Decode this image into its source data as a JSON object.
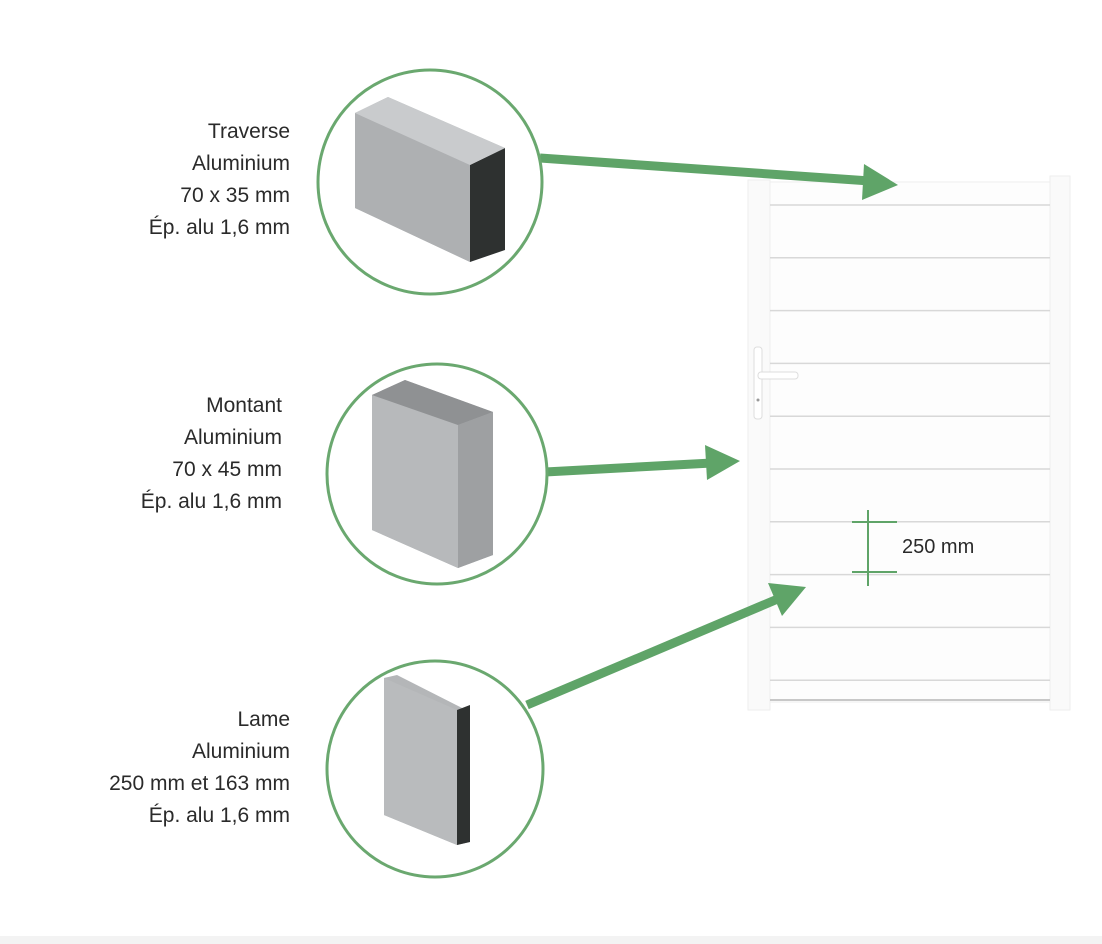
{
  "colors": {
    "accent": "#5fa468",
    "circle": "#6aa86f",
    "alu": "#b4b6b8",
    "frame": "#f7f7f7"
  },
  "components": [
    {
      "name": "Traverse",
      "material": "Aluminium",
      "size": "70 x 35 mm",
      "thickness": "Ép. alu 1,6 mm"
    },
    {
      "name": "Montant",
      "material": "Aluminium",
      "size": "70 x 45 mm",
      "thickness": "Ép. alu 1,6 mm"
    },
    {
      "name": "Lame",
      "material": "Aluminium",
      "size": "250 mm et 163 mm",
      "thickness": "Ép. alu 1,6 mm"
    }
  ],
  "gate": {
    "slat_height_label": "250 mm"
  }
}
